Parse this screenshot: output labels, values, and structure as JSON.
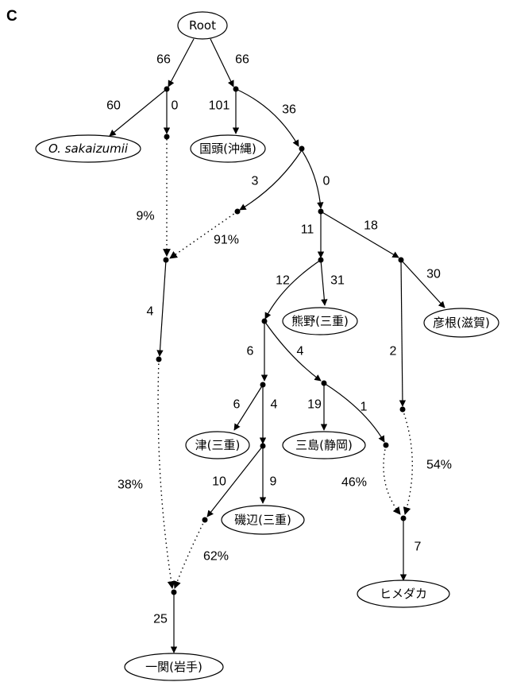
{
  "panel_label": "C",
  "nodes": {
    "root": "Root",
    "sakaizumii": "O. sakaizumii",
    "kunigami": "国頭(沖縄)",
    "kumano": "熊野(三重)",
    "hikone": "彦根(滋賀)",
    "tsu": "津(三重)",
    "mishima": "三島(静岡)",
    "isobe": "磯辺(三重)",
    "himedaka": "ヒメダカ",
    "ichinoseki": "一関(岩手)"
  },
  "edge_labels": {
    "root_left": "66",
    "root_right": "66",
    "a_sakaizumii": "60",
    "a_down": "0",
    "b_kunigami": "101",
    "b_c": "36",
    "c_left": "3",
    "c_e": "0",
    "admix_9": "9%",
    "admix_91": "91%",
    "f_down": "4",
    "e_g": "11",
    "e_h": "18",
    "g_j": "12",
    "g_kumano": "31",
    "h_hikone": "30",
    "h_down": "2",
    "j_k": "6",
    "j_l": "4",
    "k_tsu": "6",
    "k_m": "4",
    "l_mishima": "19",
    "l_right": "1",
    "m_left": "10",
    "m_isobe": "9",
    "admix_38": "38%",
    "admix_62": "62%",
    "admix_54": "54%",
    "admix_46": "46%",
    "q_himedaka": "7",
    "r_ichinoseki": "25"
  }
}
